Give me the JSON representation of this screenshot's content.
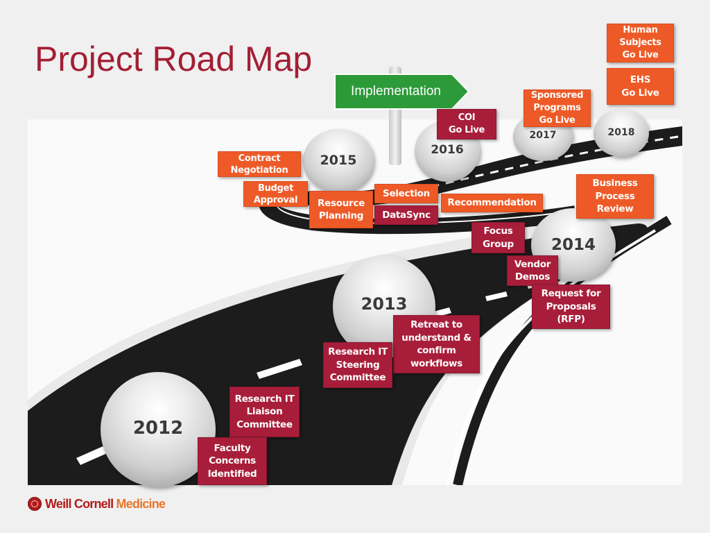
{
  "slide": {
    "title": "Project Road Map",
    "sign": "Implementation",
    "logo": {
      "part1": "Weill Cornell ",
      "part2": "Medicine"
    }
  },
  "milestones": {
    "y2012": "2012",
    "y2013": "2013",
    "y2014": "2014",
    "y2015": "2015",
    "y2016": "2016",
    "y2017": "2017",
    "y2018": "2018"
  },
  "boxes": {
    "human_subjects": "Human\nSubjects\nGo Live",
    "ehs": "EHS\nGo Live",
    "sponsored": "Sponsored\nPrograms\nGo Live",
    "coi": "COI\nGo Live",
    "contract": "Contract\nNegotiation",
    "budget": "Budget\nApproval",
    "resource": "Resource\nPlanning",
    "selection": "Selection",
    "datasync": "DataSync",
    "recommendation": "Recommendation",
    "bpr": "Business\nProcess\nReview",
    "focus": "Focus\nGroup",
    "vendor": "Vendor\nDemos",
    "rfp": "Request for\nProposals\n(RFP)",
    "retreat": "Retreat to\nunderstand &\nconfirm\nworkflows",
    "steering": "Research IT\nSteering\nCommittee",
    "liaison": "Research IT\nLiaison\nCommittee",
    "faculty": "Faculty\nConcerns\nIdentified"
  },
  "colors": {
    "title": "#a31f34",
    "box_red": "#a81e3a",
    "box_orange": "#ee5a27",
    "sign_green": "#2d9a3a",
    "road": "#1c1c1c"
  },
  "icons": {
    "sign": "arrow-sign-icon",
    "logo": "weill-cornell-seal-icon"
  }
}
